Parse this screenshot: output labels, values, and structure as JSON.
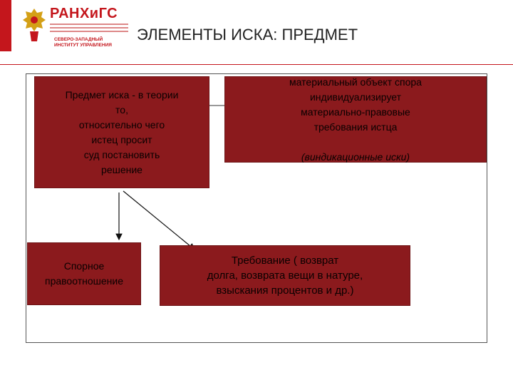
{
  "header": {
    "brand_name": "РАНХиГС",
    "brand_sub_1": "СЕВЕРО-ЗАПАДНЫЙ",
    "brand_sub_2": "ИНСТИТУТ УПРАВЛЕНИЯ",
    "title": "ЭЛЕМЕНТЫ ИСКА: ПРЕДМЕТ"
  },
  "colors": {
    "accent": "#c4161c",
    "box_fill": "#8b1a1d"
  },
  "diagram": {
    "box_definition": "Предмет иска -  в теории\nто,\nотносительно чего\nистец просит\nсуд постановить\nрешение",
    "box_material_object": "материальный объект спора\nиндивидуализирует\nматериально-правовые\nтребования истца",
    "box_material_object_note": "(виндикационные иски)",
    "box_legal_relation": "Спорное\nправоотношение",
    "box_demand": "Требование ( возврат\nдолга, возврата вещи в натуре,\nвзыскания процентов и др.)"
  }
}
